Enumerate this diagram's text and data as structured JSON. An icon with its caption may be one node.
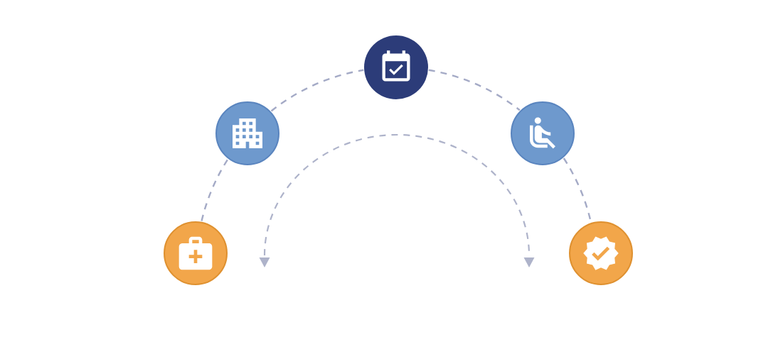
{
  "diagram": {
    "nodes": [
      {
        "text": [],
        "shape": "circle"
      },
      {
        "text": [],
        "shape": "circle"
      },
      {
        "text": [],
        "shape": "circle"
      },
      {
        "text": [],
        "shape": "circle"
      },
      {
        "text": [],
        "shape": "circle"
      }
    ],
    "edges": [
      {
        "from": 0,
        "to": 1,
        "arrow": "none",
        "style": "dashed"
      },
      {
        "from": 1,
        "to": 2,
        "arrow": "none",
        "style": "dashed"
      },
      {
        "from": 2,
        "to": 3,
        "arrow": "none",
        "style": "dashed"
      },
      {
        "from": 3,
        "to": 4,
        "arrow": "none",
        "style": "dashed"
      }
    ]
  }
}
